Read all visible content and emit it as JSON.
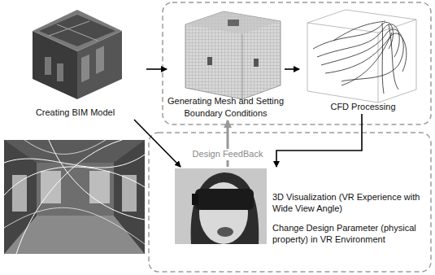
{
  "diagram": {
    "nodes": [
      {
        "text": [
          "Creating BIM Model"
        ]
      },
      {
        "text": [
          "Generating Mesh and Setting Boundary Conditions"
        ]
      },
      {
        "text": [
          "CFD Processing"
        ]
      },
      {
        "text": [
          "3D Visualization (VR Experience with Wide View Angle)",
          "Change Design Parameter (physical property) in VR Environment"
        ]
      }
    ],
    "edges": [
      {
        "from": 0,
        "to": 1,
        "arrow": "to"
      },
      {
        "from": 1,
        "to": 2,
        "arrow": "to"
      },
      {
        "from": 0,
        "to": 3,
        "arrow": "to"
      },
      {
        "from": 2,
        "to": 3,
        "arrow": "to"
      },
      {
        "from": 3,
        "to": 1,
        "label": "Design FeedBack",
        "arrow": "to"
      }
    ]
  }
}
